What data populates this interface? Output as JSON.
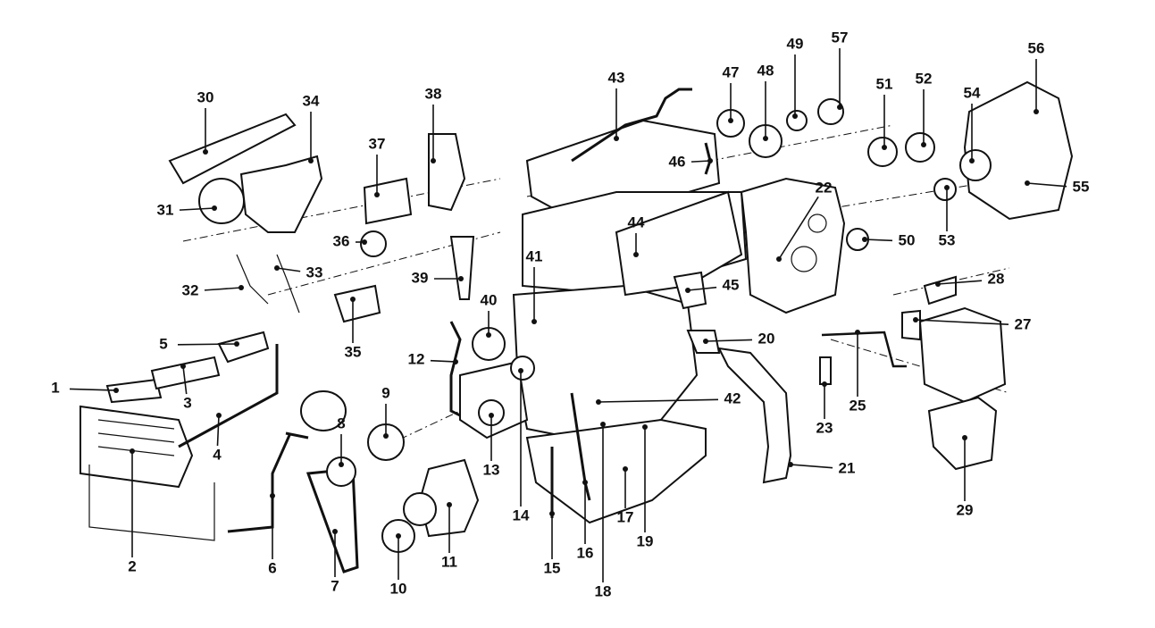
{
  "diagram": {
    "title": "Engine exploded parts diagram",
    "callouts": [
      "1",
      "2",
      "3",
      "4",
      "5",
      "6",
      "7",
      "8",
      "9",
      "10",
      "11",
      "12",
      "13",
      "14",
      "15",
      "16",
      "17",
      "18",
      "19",
      "20",
      "21",
      "22",
      "23",
      "25",
      "27",
      "28",
      "29",
      "30",
      "31",
      "32",
      "33",
      "34",
      "35",
      "36",
      "37",
      "38",
      "39",
      "40",
      "41",
      "42",
      "43",
      "44",
      "45",
      "46",
      "47",
      "48",
      "49",
      "50",
      "51",
      "52",
      "53",
      "54",
      "55",
      "56",
      "57"
    ]
  }
}
